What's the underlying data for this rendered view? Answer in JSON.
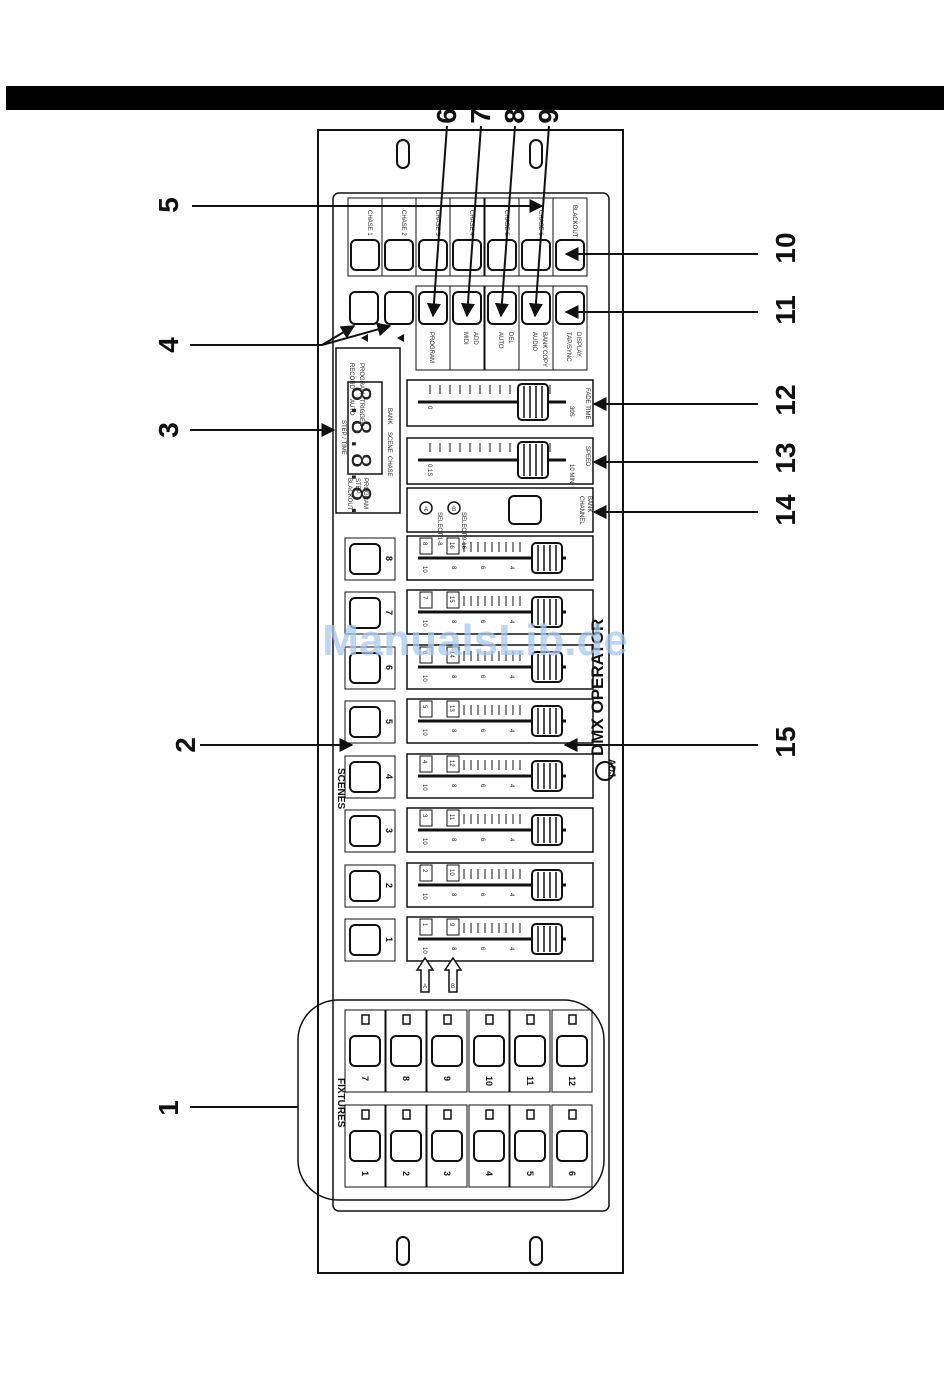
{
  "callouts": [
    "1",
    "2",
    "3",
    "4",
    "5",
    "6",
    "7",
    "8",
    "9",
    "10",
    "11",
    "12",
    "13",
    "14",
    "15"
  ],
  "sections": {
    "fixtures": "FIXTURES",
    "scenes": "SCENES"
  },
  "chase_labels": [
    "CHASE 1",
    "CHASE 2",
    "CHASE 3",
    "CHASE 4",
    "CHASE 5",
    "CHASE 6"
  ],
  "blackout_label": "BLACKOUT",
  "function_labels": [
    [
      "PROGRAM"
    ],
    [
      "MIDI",
      "ADD"
    ],
    [
      "AUTO",
      "DEL"
    ],
    [
      "AUDIO",
      "BANK COPY"
    ],
    [
      "TAP/SYNC",
      "DISPLAY"
    ]
  ],
  "display": {
    "digits": "8.8.8.8.",
    "top_label": "STEP / TIME",
    "right_labels": [
      "BLACKOUT",
      "STEP",
      "PROGRAM"
    ],
    "left_labels": [
      "RECORD",
      "PROGRAM",
      "AUTO",
      "TRIGGER"
    ],
    "bottom_labels": [
      "CHASE",
      "SCENE",
      "BANK"
    ]
  },
  "fader_labels": {
    "fade": "FADE TIME",
    "speed": "SPEED",
    "fade_min": "0",
    "fade_max": "30S",
    "speed_min": "0.1S",
    "speed_max": "10 MIN"
  },
  "channel_bank": {
    "label_a": "A",
    "label_b": "B",
    "text": [
      "SELECT 1-8",
      "SELECT 9-16"
    ],
    "button_label": [
      "CHANNEL",
      "BANK"
    ]
  },
  "channel_faders": [
    {
      "a": "1",
      "b": "9"
    },
    {
      "a": "2",
      "b": "10"
    },
    {
      "a": "3",
      "b": "11"
    },
    {
      "a": "4",
      "b": "12"
    },
    {
      "a": "5",
      "b": "13"
    },
    {
      "a": "6",
      "b": "14"
    },
    {
      "a": "7",
      "b": "15"
    },
    {
      "a": "8",
      "b": "16"
    }
  ],
  "fader_scale": [
    "10",
    "8",
    "6",
    "4"
  ],
  "scene_numbers": [
    "1",
    "2",
    "3",
    "4",
    "5",
    "6",
    "7",
    "8"
  ],
  "fixture_numbers_left": [
    "1",
    "2",
    "3",
    "4",
    "5",
    "6"
  ],
  "fixture_numbers_right": [
    "7",
    "8",
    "9",
    "10",
    "11",
    "12"
  ],
  "ab_labels": [
    "A",
    "B"
  ],
  "brand": "DMX OPERATOR",
  "brand_logo": "ADJ",
  "watermark": "ManualsLib.de",
  "colors": {
    "ink": "#111111",
    "watermark": "#a9c8ef",
    "bar": "#000000"
  }
}
